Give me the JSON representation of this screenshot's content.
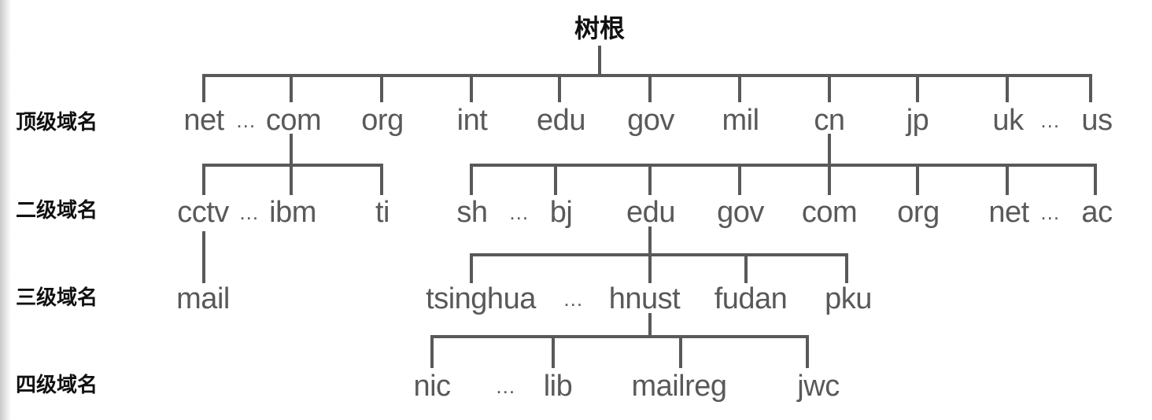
{
  "root": "树根",
  "levels": [
    "顶级域名",
    "二级域名",
    "三级域名",
    "四级域名"
  ],
  "top_level": [
    "net",
    "…",
    "com",
    "org",
    "int",
    "edu",
    "gov",
    "mil",
    "cn",
    "jp",
    "uk",
    "…",
    "us"
  ],
  "second_level_com": [
    "cctv",
    "…",
    "ibm",
    "ti"
  ],
  "second_level_cn": [
    "sh",
    "…",
    "bj",
    "edu",
    "gov",
    "com",
    "org",
    "net",
    "…",
    "ac"
  ],
  "third_level_cctv": [
    "mail"
  ],
  "third_level_edu": [
    "tsinghua",
    "…",
    "hnust",
    "fudan",
    "pku"
  ],
  "fourth_level_hnust": [
    "nic",
    "…",
    "lib",
    "mailreg",
    "jwc"
  ]
}
